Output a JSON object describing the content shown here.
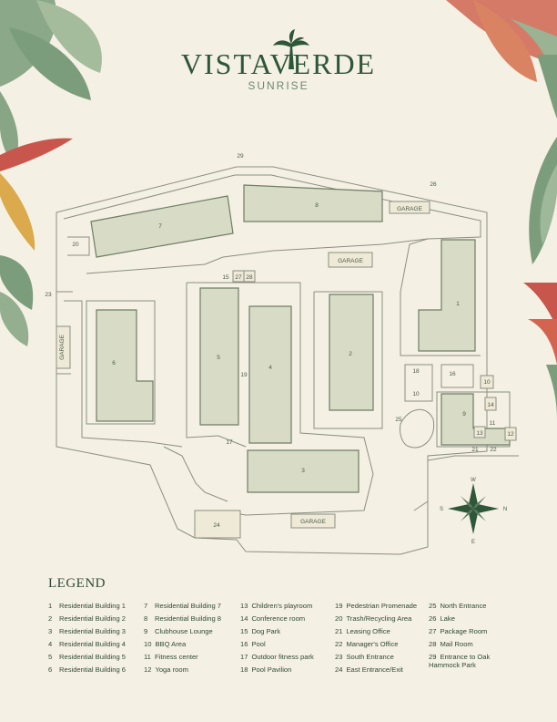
{
  "brand": {
    "title": "VISTAVERDE",
    "subtitle": "SUNRISE"
  },
  "map_labels": {
    "garage_top": "GARAGE",
    "garage_mid": "GARAGE",
    "garage_left": "GARAGE",
    "garage_bottom": "GARAGE",
    "b1": "1",
    "b2": "2",
    "b3": "3",
    "b4": "4",
    "b5": "5",
    "b6": "6",
    "b7": "7",
    "b8": "8",
    "n9": "9",
    "n10a": "10",
    "n10b": "10",
    "n11": "11",
    "n12": "12",
    "n13": "13",
    "n14": "14",
    "n15": "15",
    "n16": "16",
    "n17": "17",
    "n18": "18",
    "n19": "19",
    "n20": "20",
    "n21": "21",
    "n22": "22",
    "n23": "23",
    "n24": "24",
    "n25": "25",
    "n26": "26",
    "n27": "27",
    "n28": "28",
    "n29": "29"
  },
  "compass": {
    "n": "N",
    "s": "S",
    "e": "E",
    "w": "W"
  },
  "legend": {
    "title": "LEGEND",
    "columns": [
      [
        {
          "num": "1",
          "name": "Residential Building 1"
        },
        {
          "num": "2",
          "name": "Residential Building 2"
        },
        {
          "num": "3",
          "name": "Residential Building 3"
        },
        {
          "num": "4",
          "name": "Residential Building 4"
        },
        {
          "num": "5",
          "name": "Residential Building 5"
        },
        {
          "num": "6",
          "name": "Residential Building 6"
        }
      ],
      [
        {
          "num": "7",
          "name": "Residential Building 7"
        },
        {
          "num": "8",
          "name": "Residential Building 8"
        },
        {
          "num": "9",
          "name": "Clubhouse Lounge"
        },
        {
          "num": "10",
          "name": "BBQ Area"
        },
        {
          "num": "11",
          "name": "Fitness center"
        },
        {
          "num": "12",
          "name": "Yoga room"
        }
      ],
      [
        {
          "num": "13",
          "name": "Children's playroom"
        },
        {
          "num": "14",
          "name": "Conference room"
        },
        {
          "num": "15",
          "name": "Dog Park"
        },
        {
          "num": "16",
          "name": "Pool"
        },
        {
          "num": "17",
          "name": "Outdoor fitness park"
        },
        {
          "num": "18",
          "name": "Pool Pavilion"
        }
      ],
      [
        {
          "num": "19",
          "name": "Pedestrian Promenade"
        },
        {
          "num": "20",
          "name": "Trash/Recycling Area"
        },
        {
          "num": "21",
          "name": "Leasing Office"
        },
        {
          "num": "22",
          "name": "Manager's Office"
        },
        {
          "num": "23",
          "name": "South Entrance"
        },
        {
          "num": "24",
          "name": "East Entrance/Exit"
        }
      ],
      [
        {
          "num": "25",
          "name": "North Entrance"
        },
        {
          "num": "26",
          "name": "Lake"
        },
        {
          "num": "27",
          "name": "Package Room"
        },
        {
          "num": "28",
          "name": "Mail Room"
        },
        {
          "num": "29",
          "name": "Entrance to Oak Hammock Park"
        }
      ]
    ]
  }
}
